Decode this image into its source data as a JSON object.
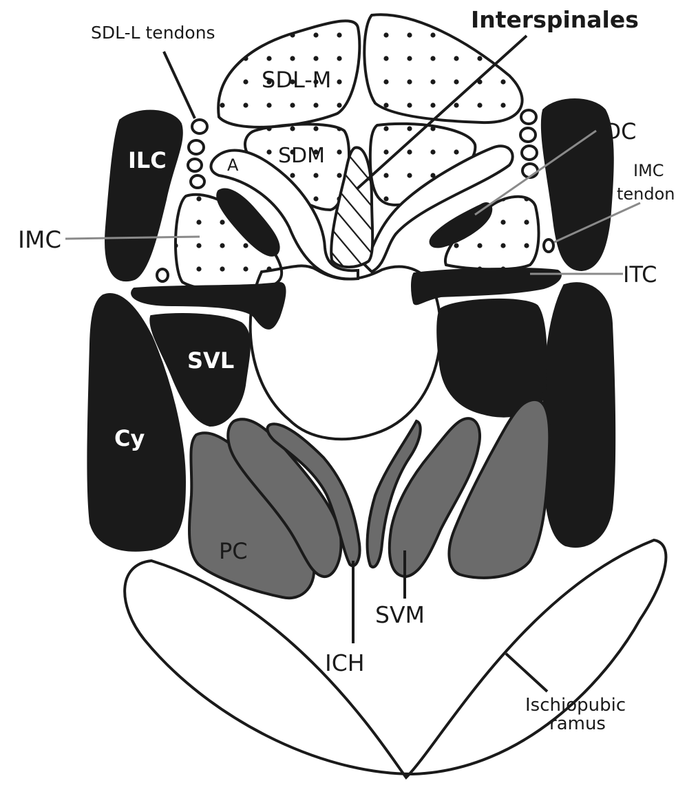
{
  "labels": {
    "sdl_l_tendons": "SDL-L tendons",
    "interspinales": "Interspinales",
    "sdl_m": "SDL-M",
    "sdm": "SDM",
    "a": "A",
    "ilc": "ILC",
    "idc": "IDC",
    "imc_tendon_line1": "IMC",
    "imc_tendon_line2": "tendon",
    "imc": "IMC",
    "itc": "ITC",
    "svl": "SVL",
    "cy": "Cy",
    "pc": "PC",
    "ich": "ICH",
    "svm": "SVM",
    "ischiopubic_line1": "Ischiopubic",
    "ischiopubic_line2": "ramus"
  },
  "colors": {
    "outline": "#1a1a1a",
    "dark_muscle": "#1a1a1a",
    "grey_muscle": "#6b6b6b",
    "dotted_fill": "#ffffff",
    "dot": "#1a1a1a",
    "background": "#ffffff"
  }
}
